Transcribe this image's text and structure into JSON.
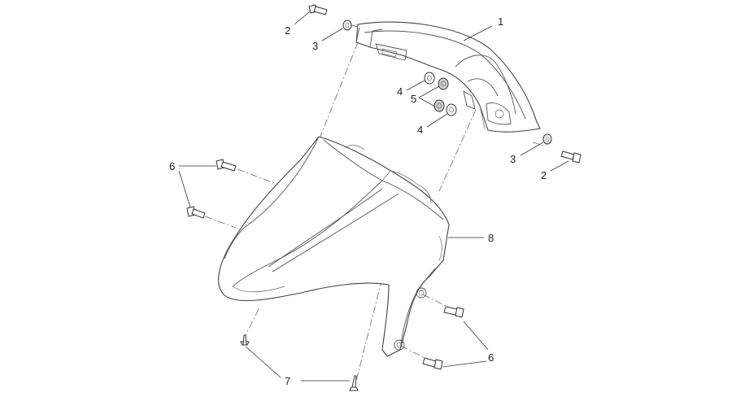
{
  "callouts": [
    {
      "id": "c1a",
      "text": "1"
    },
    {
      "id": "c2a",
      "text": "2"
    },
    {
      "id": "c3a",
      "text": "3"
    },
    {
      "id": "c4a",
      "text": "4"
    },
    {
      "id": "c5a",
      "text": "5"
    },
    {
      "id": "c4b",
      "text": "4"
    },
    {
      "id": "c3b",
      "text": "3"
    },
    {
      "id": "c2b",
      "text": "2"
    },
    {
      "id": "c6a",
      "text": "6"
    },
    {
      "id": "c8a",
      "text": "8"
    },
    {
      "id": "c6b",
      "text": "6"
    },
    {
      "id": "c7a",
      "text": "7"
    }
  ]
}
